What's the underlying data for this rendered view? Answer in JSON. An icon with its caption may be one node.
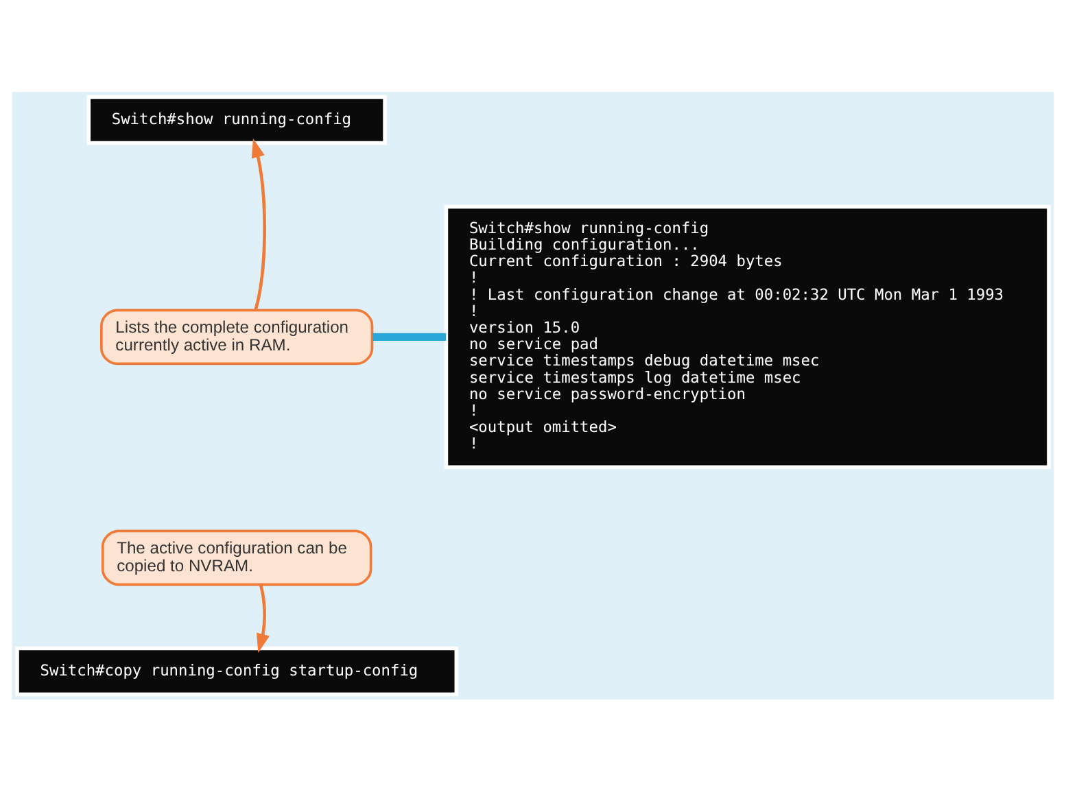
{
  "diagram": {
    "nodes": [
      {
        "text": [
          "Switch#show running-config"
        ]
      },
      {
        "text": [
          "Lists the complete configuration currently active in RAM."
        ]
      },
      {
        "text": [
          "Switch#show running-config",
          "Building configuration...",
          "Current configuration : 2904 bytes",
          "!",
          "! Last configuration change at 00:02:32 UTC Mon Mar 1 1993",
          "!",
          "version 15.0",
          "no service pad",
          "service timestamps debug datetime msec",
          "service timestamps log datetime msec",
          "no service password-encryption",
          "!",
          "<output omitted>",
          "!"
        ]
      },
      {
        "text": [
          "The active configuration can be copied to NVRAM."
        ]
      },
      {
        "text": [
          "Switch#copy running-config startup-config"
        ]
      }
    ],
    "edges": [
      {
        "from": 1,
        "to": 0,
        "arrow": "to"
      },
      {
        "from": 1,
        "to": 2,
        "arrow": "none",
        "color": "#29a8d8",
        "style": "thick"
      },
      {
        "from": 3,
        "to": 4,
        "arrow": "to"
      }
    ]
  }
}
